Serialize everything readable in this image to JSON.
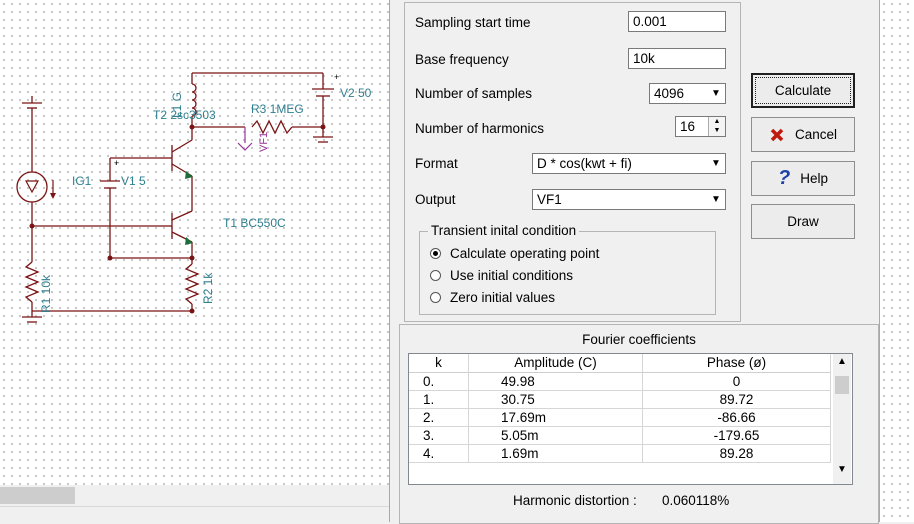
{
  "schematic": {
    "labels": {
      "t2": "T2 2sc3503",
      "l1": "L1 G",
      "r3": "R3 1MEG",
      "vf1": "VF1",
      "v2": "V2 50",
      "ig1": "IG1",
      "v1": "V1 5",
      "t1": "T1 BC550C",
      "r1": "R1 10k",
      "r2": "R2 1k"
    },
    "colors": {
      "wire": "#7a1414",
      "label": "#2f7f8f",
      "vf": "#993399",
      "pin": "#d00000"
    }
  },
  "dialog": {
    "fields": {
      "sampling_start_time": {
        "label": "Sampling start time",
        "value": "0.001"
      },
      "base_frequency": {
        "label": "Base frequency",
        "value": "10k"
      },
      "number_of_samples": {
        "label": "Number of samples",
        "value": "4096"
      },
      "number_of_harmonics": {
        "label": "Number of harmonics",
        "value": "16"
      },
      "format": {
        "label": "Format",
        "value": "D * cos(kwt + fi)"
      },
      "output": {
        "label": "Output",
        "value": "VF1"
      }
    },
    "transient": {
      "title": "Transient inital condition",
      "options": [
        "Calculate operating point",
        "Use initial conditions",
        "Zero initial values"
      ],
      "selected_index": 0
    },
    "buttons": {
      "calculate": "Calculate",
      "cancel": "Cancel",
      "help": "Help",
      "draw": "Draw"
    },
    "fourier": {
      "title": "Fourier coefficients",
      "columns": [
        "k",
        "Amplitude (C)",
        "Phase (ø)"
      ],
      "rows": [
        [
          "0.",
          "49.98",
          "0"
        ],
        [
          "1.",
          "30.75",
          "89.72"
        ],
        [
          "2.",
          "17.69m",
          "-86.66"
        ],
        [
          "3.",
          "5.05m",
          "-179.65"
        ],
        [
          "4.",
          "1.69m",
          "89.28"
        ]
      ],
      "distortion_label": "Harmonic distortion :",
      "distortion_value": "0.060118%"
    }
  }
}
